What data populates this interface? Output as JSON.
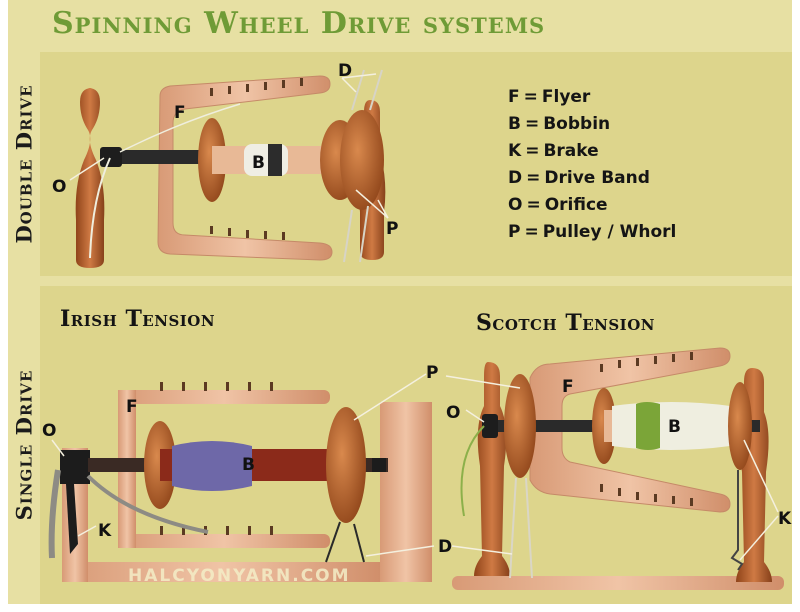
{
  "title": "Spinning Wheel Drive systems",
  "sections": {
    "double": {
      "side_label": "Double Drive"
    },
    "single": {
      "side_label": "Single Drive",
      "irish": "Irish Tension",
      "scotch": "Scotch Tension"
    }
  },
  "legend": [
    {
      "key": "F",
      "value": "Flyer"
    },
    {
      "key": "B",
      "value": "Bobbin"
    },
    {
      "key": "K",
      "value": "Brake"
    },
    {
      "key": "D",
      "value": "Drive Band"
    },
    {
      "key": "O",
      "value": "Orifice"
    },
    {
      "key": "P",
      "value": "Pulley / Whorl"
    }
  ],
  "labels": {
    "double": {
      "F": "F",
      "B": "B",
      "O": "O",
      "D": "D",
      "P": "P"
    },
    "irish": {
      "F": "F",
      "B": "B",
      "O": "O",
      "K": "K",
      "P": "P",
      "D": "D"
    },
    "scotch": {
      "F": "F",
      "B": "B",
      "O": "O",
      "K": "K"
    }
  },
  "watermark": "HALCYONYARN.COM",
  "colors": {
    "title_green": "#6f9b36",
    "panel": "#ddd58c",
    "wood_light": "#e8b494",
    "wood_dark": "#b5622f",
    "whorl": "#b8662c"
  }
}
